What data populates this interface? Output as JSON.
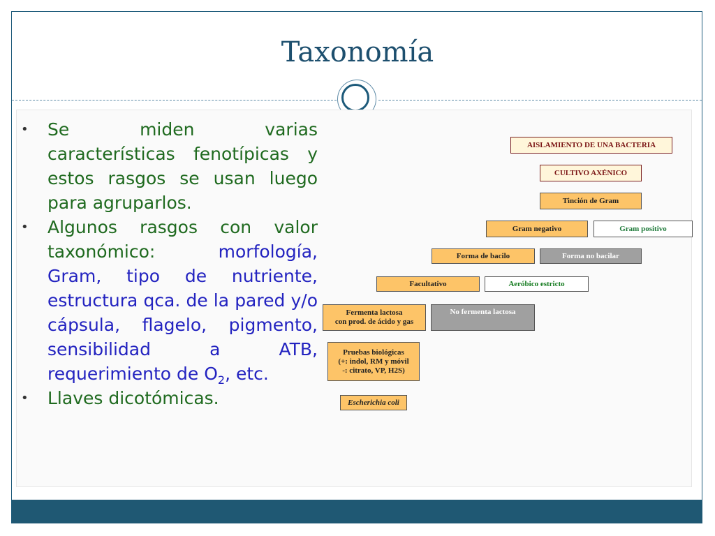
{
  "title": "Taxonomía",
  "bullets": [
    {
      "parts": [
        {
          "text": "Se miden varias características fenotípicas y estos rasgos se usan luego para agruparlos.",
          "color": "green"
        }
      ]
    },
    {
      "parts": [
        {
          "text": "Algunos rasgos con valor taxonómico: ",
          "color": "green"
        },
        {
          "text": "morfología, Gram, tipo de nutriente, estructura qca. de la pared y/o cápsula, flagelo, pigmento, sensibilidad a ATB, requerimiento de O",
          "color": "blue"
        },
        {
          "text": "2",
          "color": "blue",
          "sub": true
        },
        {
          "text": ", etc.",
          "color": "blue"
        }
      ]
    },
    {
      "parts": [
        {
          "text": "Llaves dicotómicas.",
          "color": "green"
        }
      ]
    }
  ],
  "diagram": {
    "aislamiento": "AISLAMIENTO DE UNA BACTERIA",
    "cultivo": "CULTIVO AXÉNICO",
    "tincion": "Tinción de Gram",
    "gram_negativo": "Gram negativo",
    "gram_positivo": "Gram positivo",
    "forma_bacilo": "Forma de bacilo",
    "forma_no_bacilar": "Forma no bacilar",
    "facultativo": "Facultativo",
    "aerobico": "Aeróbico estricto",
    "fermenta_1": "Fermenta lactosa",
    "fermenta_2": "con prod. de ácido y gas",
    "no_fermenta": "No fermenta lactosa",
    "pruebas_1": "Pruebas biológicas",
    "pruebas_2": "(+: indol, RM y móvil",
    "pruebas_3": "-: citrato, VP, H2S)",
    "ecoli": "Escherichia coli"
  },
  "colors": {
    "title": "#1d4f6e",
    "text_green": "#1f6a1f",
    "text_blue": "#2323c0",
    "box_orange": "#fdc468",
    "box_gray": "#a0a0a0",
    "bar": "#1f5873"
  }
}
